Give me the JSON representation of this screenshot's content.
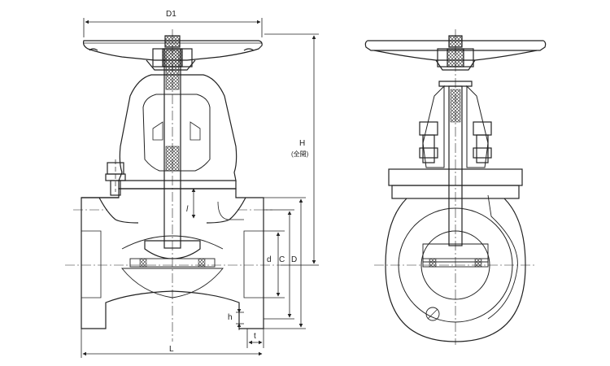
{
  "dimension_labels": {
    "D1": "D1",
    "H": "H",
    "H_note": "(全開)",
    "l": "l",
    "d": "d",
    "C": "C",
    "D": "D",
    "h": "h",
    "t": "t",
    "L": "L"
  },
  "colors": {
    "line": "#222222",
    "background": "#ffffff",
    "hatch": "#333333"
  }
}
